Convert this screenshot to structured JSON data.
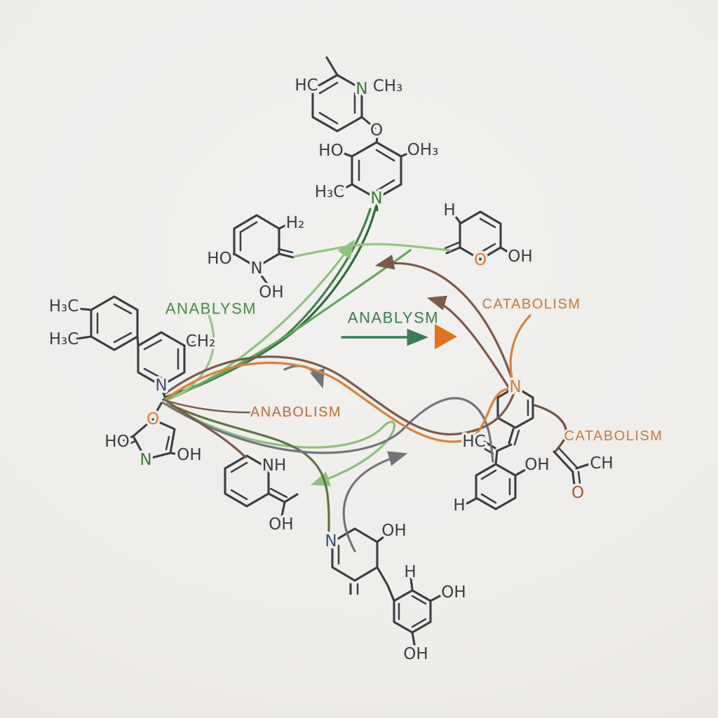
{
  "diagram": {
    "background_color": "#efedea",
    "bond_color": "#3a3e44",
    "labels": {
      "anablysm_left": "ANABLYSM",
      "anablysm_center": "ANABLYSM",
      "catabolism_top": "CATABOLISM",
      "anabolism_mid": "ANABOLISM",
      "catabolism_right": "CATABOLISM"
    },
    "label_colors": {
      "anablysm_left": "#4b8a49",
      "anablysm_center": "#3e7d52",
      "catabolism_top": "#c5793f",
      "anabolism_mid": "#c06a35",
      "catabolism_right": "#cd7a3e"
    },
    "flow_colors": {
      "light_green": "#90c181",
      "mid_green": "#67a55e",
      "dark_green": "#2f6b3c",
      "teal_green": "#3c7c55",
      "olive": "#5e7347",
      "gray": "#71757b",
      "brown": "#7b5a48",
      "dark_brown": "#6f5242",
      "orange": "#d9823f",
      "triangle_orange": "#e0731f"
    },
    "atoms": {
      "m1": {
        "hc": "HC",
        "n_top": "N",
        "ch3": "CH₃",
        "o_link": "O",
        "ho": "HO",
        "oh3": "OH₃",
        "h3c": "H₃C",
        "n_bottom": "N"
      },
      "m2": {
        "ho": "HO",
        "n": "N",
        "oh": "OH",
        "h2": "H₂"
      },
      "m3": {
        "h": "H",
        "o": "O",
        "oh": "OH"
      },
      "m4": {
        "h3c_upper": "H₃C",
        "h3c_lower": "H₃C",
        "ch2": "CH₂",
        "n": "N"
      },
      "m5": {
        "o": "O",
        "ho": "HO",
        "n": "N",
        "oh": "OH"
      },
      "m6": {
        "nh": "NH",
        "oh": "OH"
      },
      "m7": {
        "n": "N",
        "oh": "OH"
      },
      "m8": {
        "h": "H",
        "oh_right": "OH",
        "oh_bottom": "OH"
      },
      "m9": {
        "n": "N",
        "hc": "HC",
        "oh": "OH",
        "h": "H"
      },
      "m10": {
        "ch": "CH",
        "o": "O"
      }
    }
  }
}
